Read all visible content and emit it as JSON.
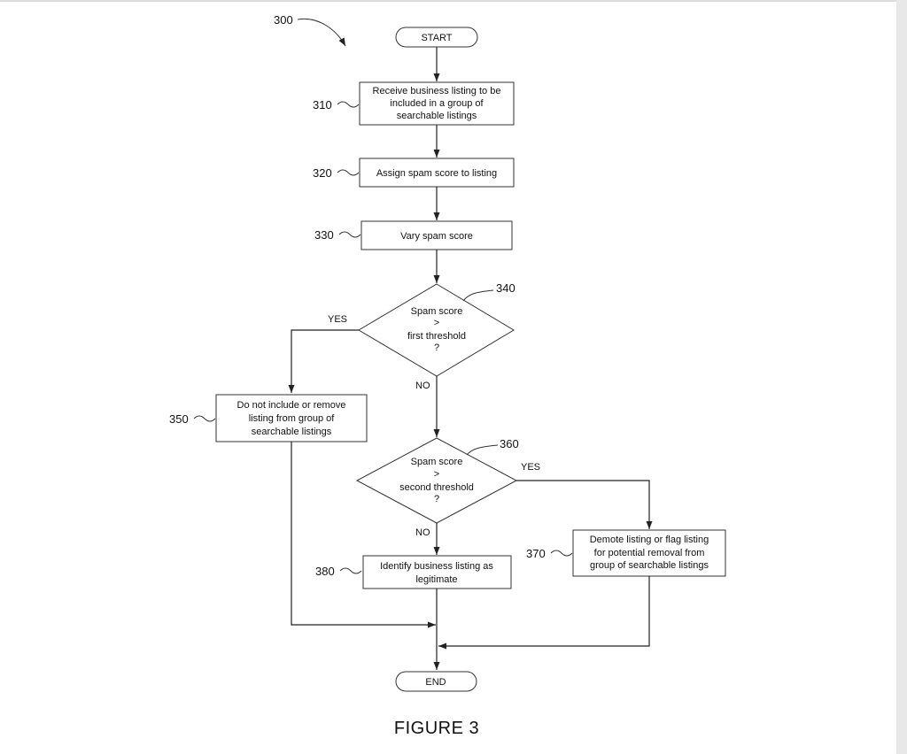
{
  "figure": {
    "ref": "300",
    "caption": "FIGURE 3"
  },
  "nodes": {
    "start": {
      "label": "START"
    },
    "n310": {
      "ref": "310",
      "lines": [
        "Receive business listing to be",
        "included in a group of",
        "searchable listings"
      ]
    },
    "n320": {
      "ref": "320",
      "lines": [
        "Assign spam score to listing"
      ]
    },
    "n330": {
      "ref": "330",
      "lines": [
        "Vary spam score"
      ]
    },
    "n340": {
      "ref": "340",
      "lines": [
        "Spam score",
        ">",
        "first threshold",
        "?"
      ]
    },
    "n350": {
      "ref": "350",
      "lines": [
        "Do not include or remove",
        "listing from group of",
        "searchable listings"
      ]
    },
    "n360": {
      "ref": "360",
      "lines": [
        "Spam score",
        ">",
        "second threshold",
        "?"
      ]
    },
    "n370": {
      "ref": "370",
      "lines": [
        "Demote listing or flag listing",
        "for potential removal from",
        "group of searchable listings"
      ]
    },
    "n380": {
      "ref": "380",
      "lines": [
        "Identify business listing as",
        "legitimate"
      ]
    },
    "end": {
      "label": "END"
    }
  },
  "edges": {
    "d340_yes": "YES",
    "d340_no": "NO",
    "d360_yes": "YES",
    "d360_no": "NO"
  }
}
